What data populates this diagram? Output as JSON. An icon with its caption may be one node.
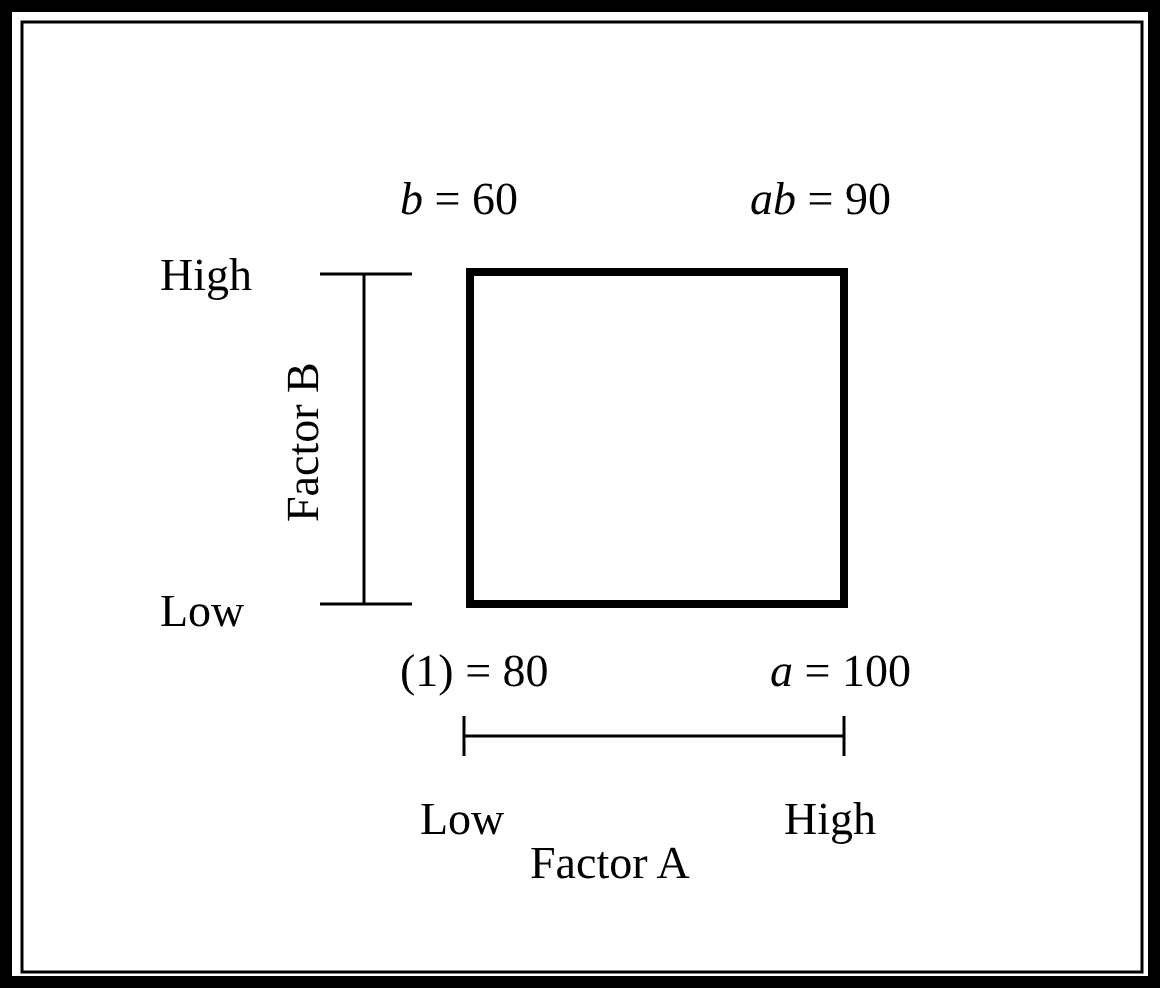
{
  "diagram": {
    "nodes": [
      {
        "text": [],
        "shape": "box"
      }
    ],
    "labels": [
      "*b* = 60",
      "*ab* = 90",
      "High",
      "Factor B",
      "Low",
      "(1) = 80",
      "*a* = 100",
      "Low",
      "Factor A",
      "High"
    ]
  }
}
